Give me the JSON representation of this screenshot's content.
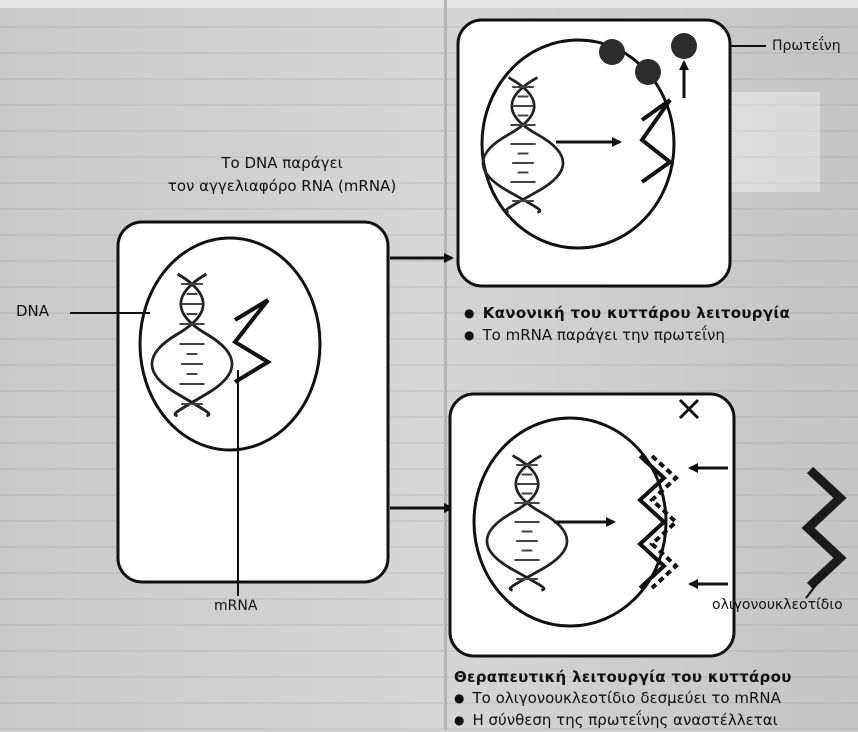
{
  "caption": {
    "line1": "Το DNA παράγει",
    "line2": "τον αγγελιαφόρο RNA (mRNA)"
  },
  "labels": {
    "dna": "DNA",
    "mrna": "mRNA",
    "protein": "Πρωτεΐνη",
    "oligonucleotide": "ολιγονουκλεοτίδιο"
  },
  "normal_function": {
    "heading": "Κανονική του κυττάρου λειτουργία",
    "point": "Το mRNA παράγει την πρωτεΐνη"
  },
  "therapeutic_function": {
    "title": "Θεραπευτική λειτουργία του κυττάρου",
    "points": [
      "Το ολιγονουκλεοτίδιο δεσμεύει το mRNA",
      "Η σύνθεση της πρωτεΐνης αναστέλλεται"
    ]
  },
  "icons": [
    "dna-helix-icon",
    "mrna-strand-icon",
    "protein-molecule-icon",
    "oligonucleotide-strand-icon",
    "blocked-x-icon"
  ],
  "colors": {
    "ink": "#111111",
    "cell_fill": "#ffffff",
    "page_background": "#cfcfcf"
  }
}
